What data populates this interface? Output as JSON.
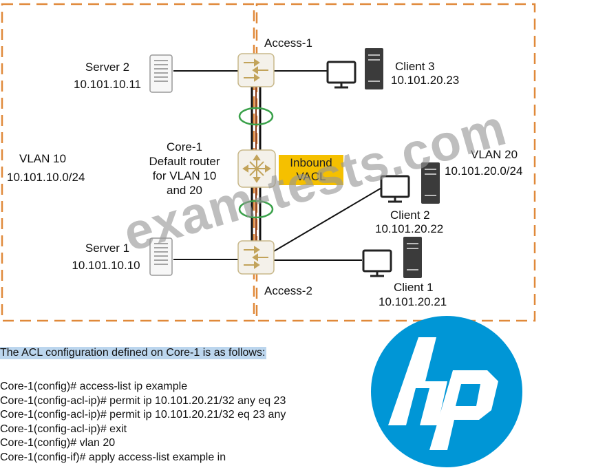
{
  "zones": {
    "vlan10_name": "VLAN 10",
    "vlan10_subnet": "10.101.10.0/24",
    "vlan20_name": "VLAN 20",
    "vlan20_subnet": "10.101.20.0/24"
  },
  "devices": {
    "access1": "Access-1",
    "access2": "Access-2",
    "core_name": "Core-1",
    "core_desc_1": "Default router",
    "core_desc_2": "for VLAN 10",
    "core_desc_3": "and 20",
    "server2_name": "Server 2",
    "server2_ip": "10.101.10.11",
    "server1_name": "Server 1",
    "server1_ip": "10.101.10.10",
    "client3_name": "Client 3",
    "client3_ip": "10.101.20.23",
    "client2_name": "Client 2",
    "client2_ip": "10.101.20.22",
    "client1_name": "Client 1",
    "client1_ip": "10.101.20.21"
  },
  "vacl": {
    "line1": "Inbound",
    "line2": "VACL"
  },
  "acl": {
    "caption": "The ACL configuration defined on Core-1 is as follows:",
    "lines": [
      "Core-1(config)# access-list ip example",
      "Core-1(config-acl-ip)# permit ip 10.101.20.21/32 any eq 23",
      "Core-1(config-acl-ip)# permit ip 10.101.20.21/32 eq 23 any",
      "Core-1(config-acl-ip)# exit",
      "Core-1(config)# vlan 20",
      "Core-1(config-if)# apply access-list example in"
    ]
  },
  "watermark": "exam-tests.com",
  "colors": {
    "zone_border": "#e0893a",
    "vacl_fill": "#f5c000",
    "lag_ring": "#3aa14a",
    "hp_blue": "#0096d6",
    "caption_highlight": "#bcd6ee"
  },
  "icons": [
    "switch-icon",
    "router-icon",
    "server-icon",
    "monitor-icon",
    "tower-pc-icon",
    "hp-logo"
  ]
}
